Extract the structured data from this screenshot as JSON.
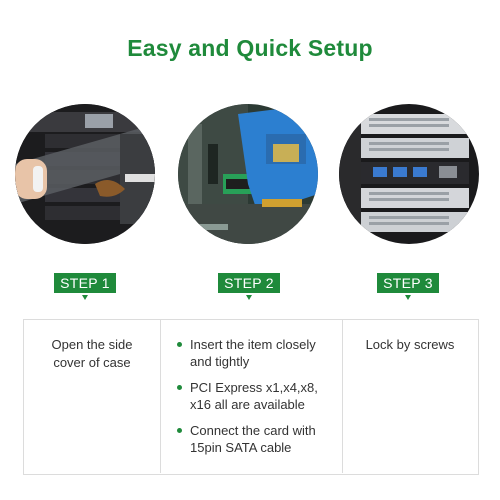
{
  "title": "Easy and Quick Setup",
  "steps": [
    {
      "label": "STEP 1",
      "text": "Open the side cover of case"
    },
    {
      "label": "STEP 2",
      "bullets": [
        "Insert the item closely and tightly",
        "PCI Express x1,x4,x8, x16 all are available",
        "Connect the card with 15pin SATA cable"
      ]
    },
    {
      "label": "STEP 3",
      "text": "Lock by screws"
    }
  ],
  "photos": [
    "case-side-cover-photo",
    "pcie-card-insert-photo",
    "bracket-screws-photo"
  ],
  "colors": {
    "accent": "#1f8a3b",
    "text": "#333333",
    "border": "#dcdcdc"
  }
}
